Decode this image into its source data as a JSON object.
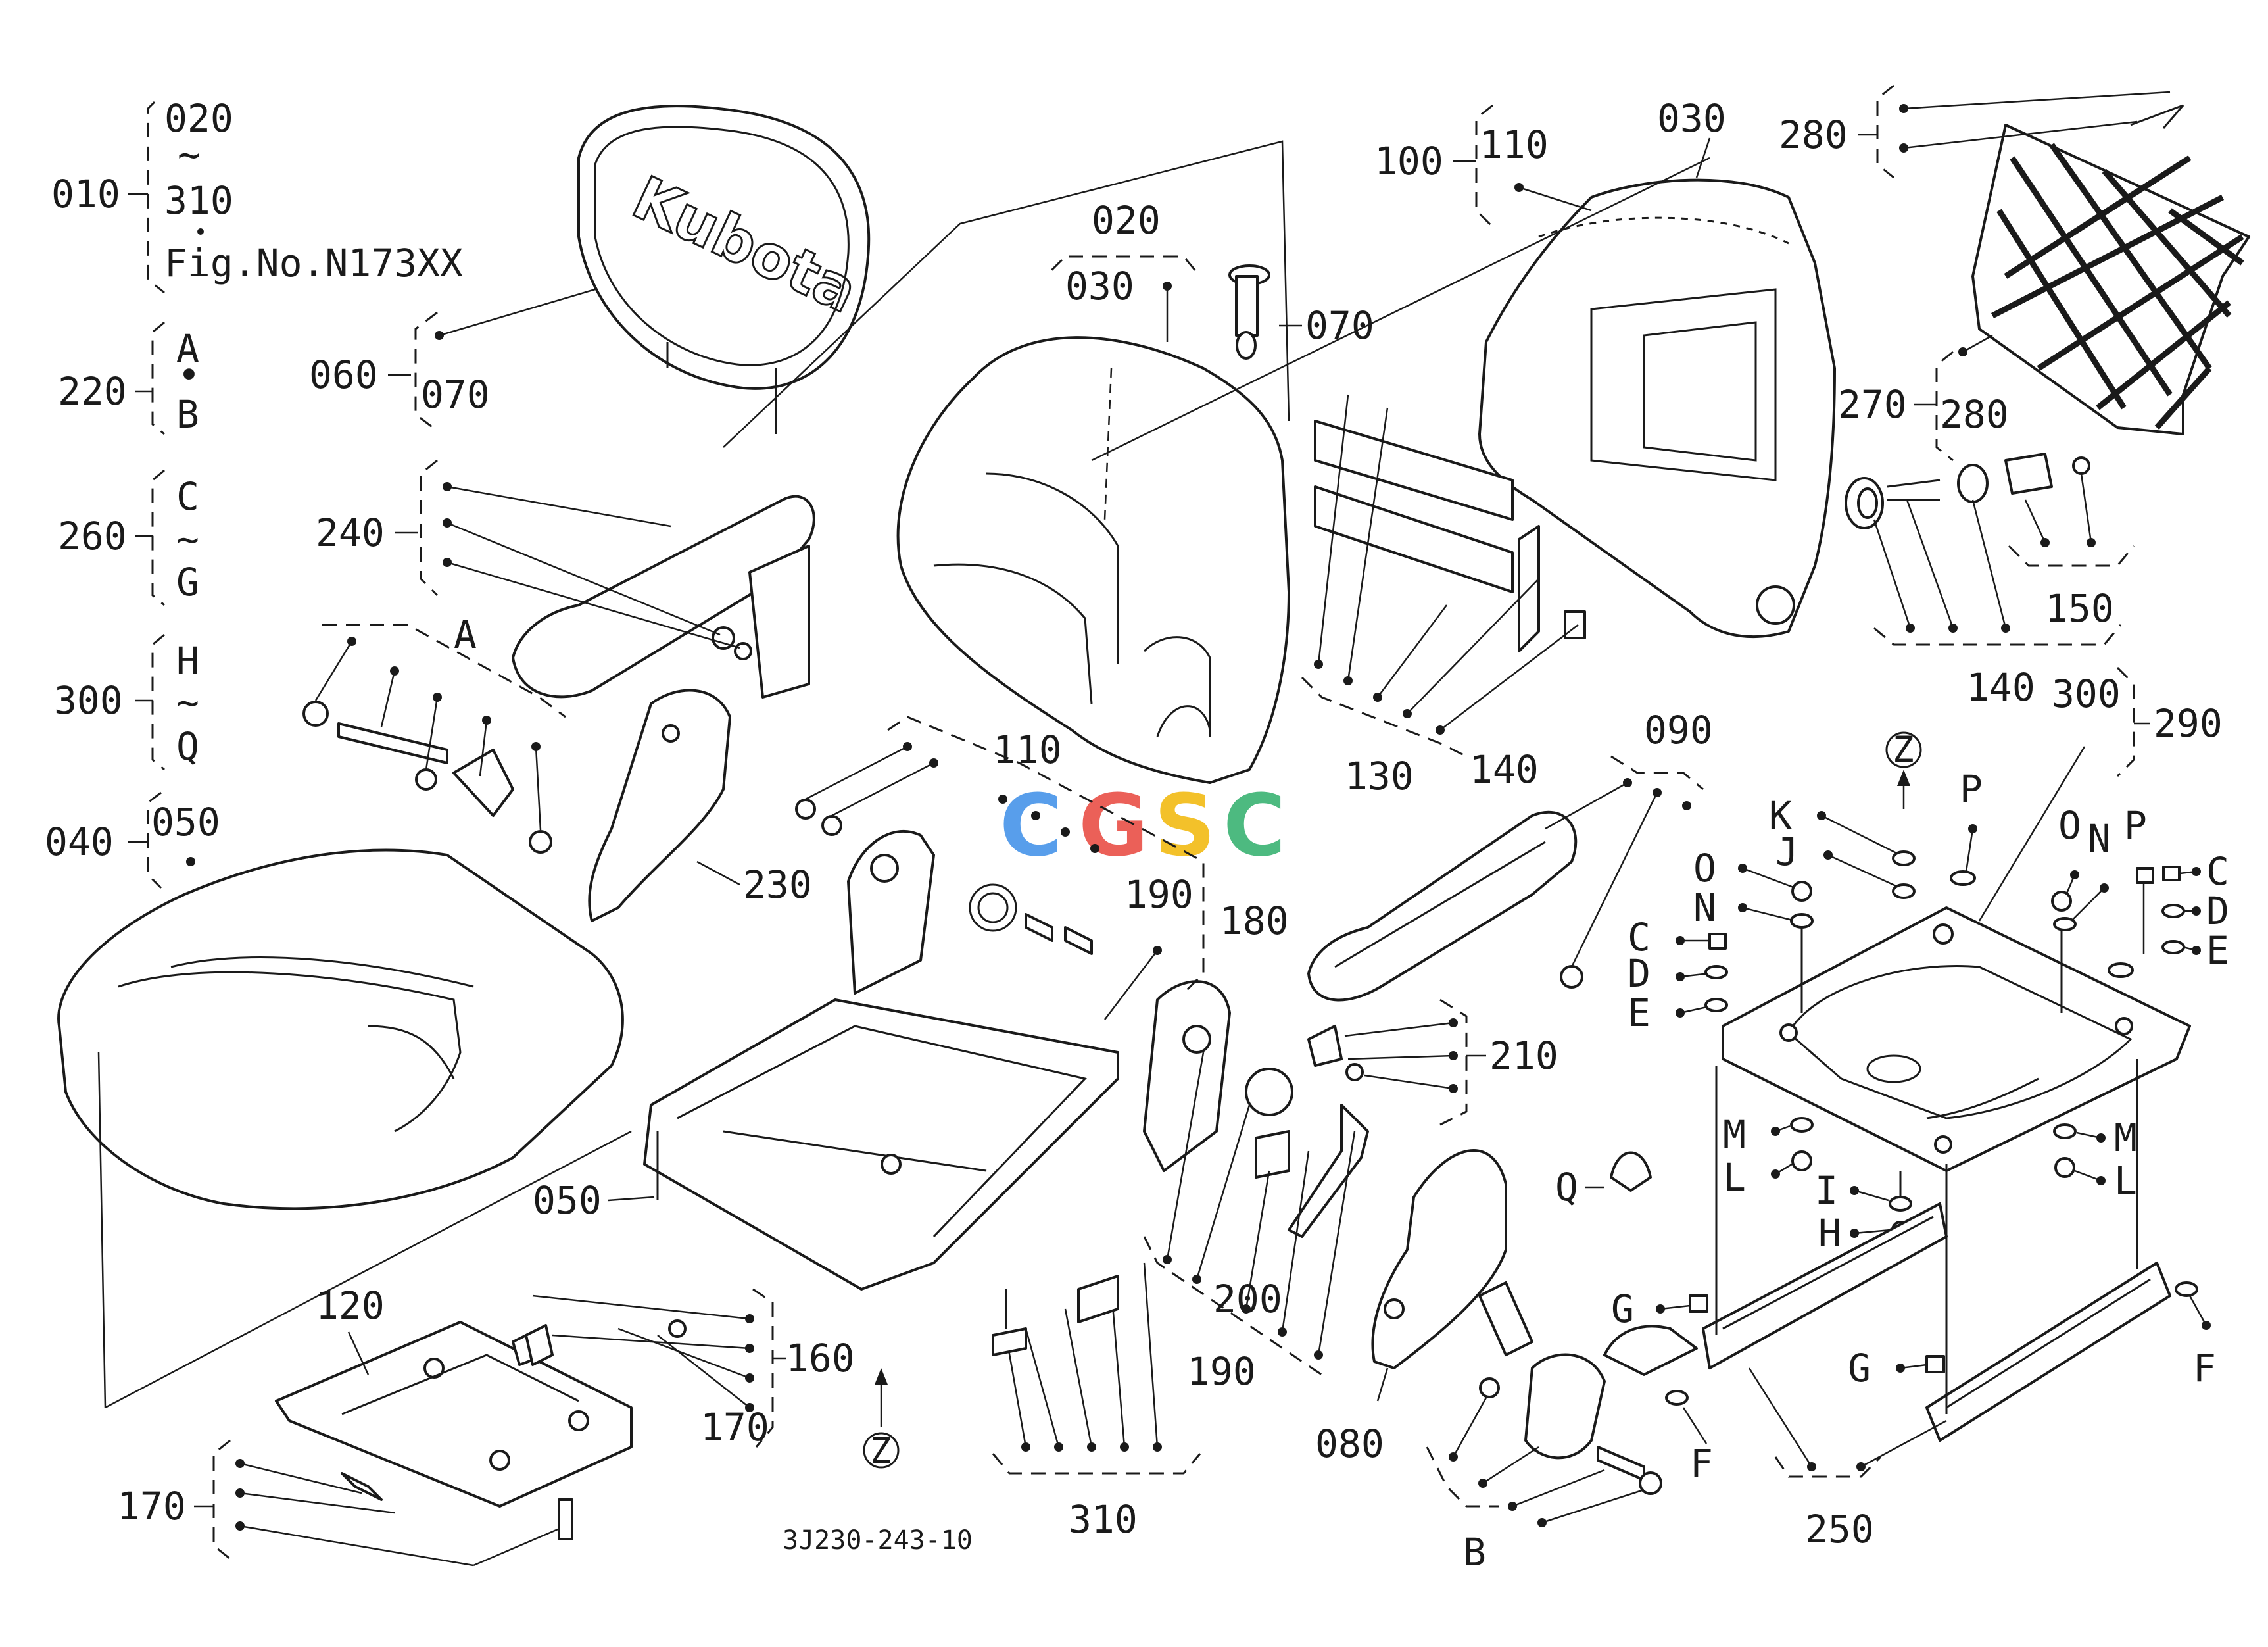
{
  "diagram": {
    "drawing_number": "3J230-243-10",
    "watermark": {
      "letters": [
        "C",
        "G",
        "S",
        "C"
      ],
      "colors": [
        "#3b8ee8",
        "#e8453c",
        "#f2b705",
        "#2fae6a"
      ]
    },
    "seat_logo": "Kubota",
    "legend": {
      "group_010": {
        "code": "010",
        "top": "020",
        "sep": "~",
        "bottom": "310",
        "note": "Fig.No.N173XX"
      },
      "group_220": {
        "code": "220",
        "top": "A",
        "sep": "•",
        "bottom": "B"
      },
      "group_260": {
        "code": "260",
        "top": "C",
        "sep": "~",
        "bottom": "G"
      },
      "group_300": {
        "code": "300",
        "top": "H",
        "sep": "~",
        "bottom": "Q"
      },
      "group_040": {
        "code": "040",
        "sub": "050"
      }
    },
    "labels": {
      "l060": "060",
      "l070a": "070",
      "l020": "020",
      "l030a": "030",
      "l070b": "070",
      "l100": "100",
      "l110a": "110",
      "l030b": "030",
      "l280a": "280",
      "l270": "270",
      "l280b": "280",
      "l150": "150",
      "l140a": "140",
      "l300b": "300",
      "l290": "290",
      "l240": "240",
      "lA": "A",
      "l230": "230",
      "l110b": "110",
      "l190a": "190",
      "l180": "180",
      "l130": "130",
      "l140b": "140",
      "l090": "090",
      "l210": "210",
      "l050": "050",
      "l120": "120",
      "l160": "160",
      "l170a": "170",
      "l170b": "170",
      "lZ1": "Z",
      "lZ2": "Z",
      "l310": "310",
      "l200": "200",
      "l190b": "190",
      "l080": "080",
      "lB": "B",
      "lQ": "Q",
      "lK": "K",
      "lJ": "J",
      "lP1": "P",
      "lO1": "O",
      "lN1": "N",
      "lC1": "C",
      "lD1": "D",
      "lE1": "E",
      "lO2": "O",
      "lN2": "N",
      "lP2": "P",
      "lC2": "C",
      "lD2": "D",
      "lE2": "E",
      "lM1": "M",
      "lL1": "L",
      "lI": "I",
      "lH": "H",
      "lM2": "M",
      "lL2": "L",
      "lG1": "G",
      "lF1": "F",
      "lG2": "G",
      "lF2": "F",
      "l250": "250"
    }
  }
}
